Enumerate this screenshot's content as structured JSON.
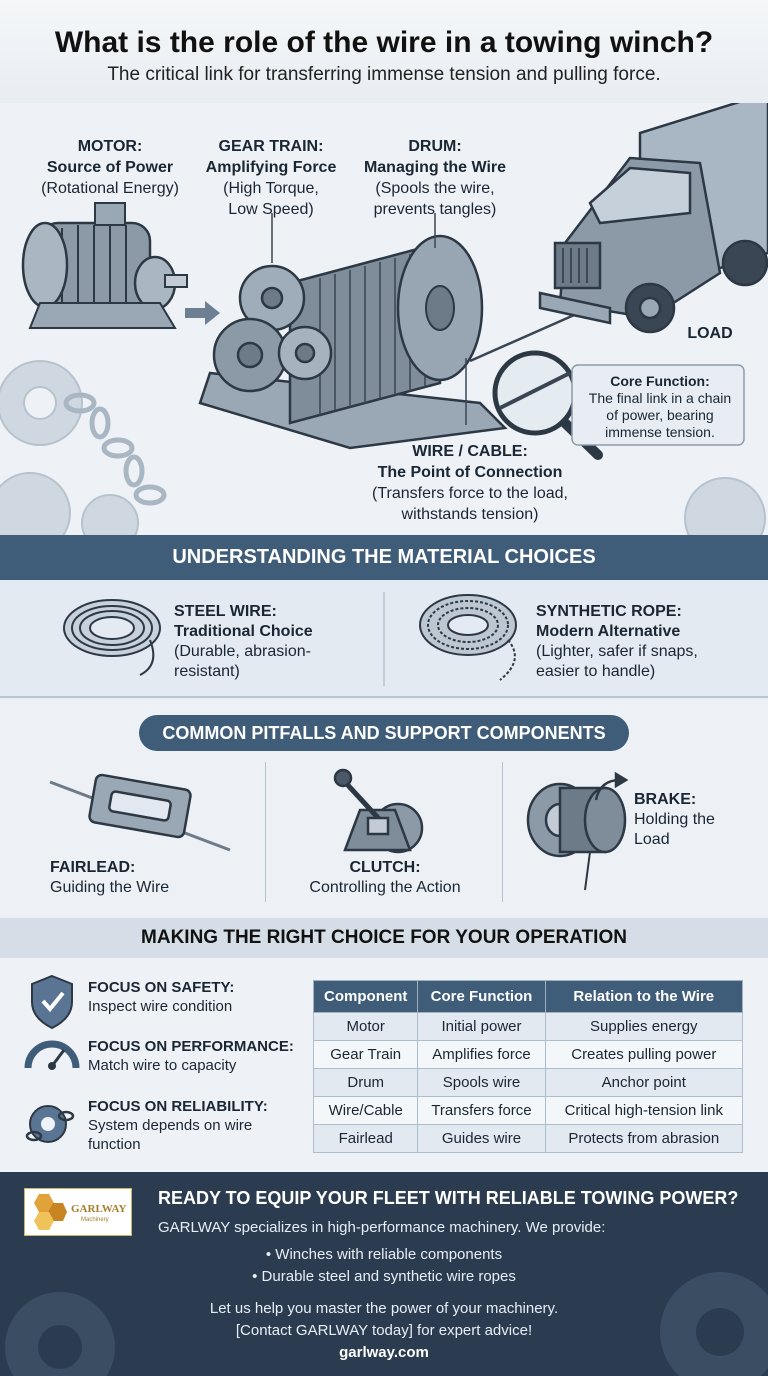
{
  "header": {
    "title": "What is the role of the wire in a towing winch?",
    "subtitle": "The critical link for transferring immense tension and pulling force."
  },
  "components": {
    "motor": {
      "name": "MOTOR:",
      "role": "Source of Power",
      "detail": "(Rotational Energy)"
    },
    "gear_train": {
      "name": "GEAR TRAIN:",
      "role": "Amplifying Force",
      "detail1": "(High Torque,",
      "detail2": "Low Speed)"
    },
    "drum": {
      "name": "DRUM:",
      "role": "Managing the Wire",
      "detail1": "(Spools the wire,",
      "detail2": "prevents tangles)"
    },
    "load": {
      "name": "LOAD"
    },
    "core_function": {
      "title": "Core Function:",
      "line1": "The final link in a chain",
      "line2": "of power, bearing",
      "line3": "immense tension."
    },
    "wire": {
      "name": "WIRE / CABLE:",
      "role": "The Point of Connection",
      "detail1": "(Transfers force to the load,",
      "detail2": "withstands tension)"
    }
  },
  "materials": {
    "heading": "UNDERSTANDING THE MATERIAL CHOICES",
    "steel": {
      "name": "STEEL WIRE:",
      "role": "Traditional Choice",
      "detail1": "(Durable, abrasion-",
      "detail2": "resistant)"
    },
    "synthetic": {
      "name": "SYNTHETIC ROPE:",
      "role": "Modern Alternative",
      "detail1": "(Lighter, safer if snaps,",
      "detail2": "easier to handle)"
    }
  },
  "pitfalls": {
    "heading": "COMMON PITFALLS AND SUPPORT COMPONENTS",
    "fairlead": {
      "name": "FAIRLEAD:",
      "role": "Guiding the Wire"
    },
    "clutch": {
      "name": "CLUTCH:",
      "role": "Controlling the Action"
    },
    "brake": {
      "name": "BRAKE:",
      "role1": "Holding the",
      "role2": "Load"
    }
  },
  "choice": {
    "heading": "MAKING THE RIGHT CHOICE FOR YOUR OPERATION",
    "safety": {
      "name": "FOCUS ON SAFETY:",
      "detail": "Inspect wire condition",
      "icon": "shield-check-icon"
    },
    "performance": {
      "name": "FOCUS ON PERFORMANCE:",
      "detail": "Match wire to capacity",
      "icon": "gauge-icon"
    },
    "reliability": {
      "name": "FOCUS ON RELIABILITY:",
      "detail1": "System depends on wire",
      "detail2": "function",
      "icon": "gear-chain-icon"
    }
  },
  "table": {
    "headers": [
      "Component",
      "Core Function",
      "Relation to the Wire"
    ],
    "rows": [
      [
        "Motor",
        "Initial power",
        "Supplies energy"
      ],
      [
        "Gear Train",
        "Amplifies force",
        "Creates pulling power"
      ],
      [
        "Drum",
        "Spools wire",
        "Anchor point"
      ],
      [
        "Wire/Cable",
        "Transfers force",
        "Critical high-tension link"
      ],
      [
        "Fairlead",
        "Guides wire",
        "Protects from abrasion"
      ]
    ]
  },
  "footer": {
    "logo_text": "GARLWAY",
    "logo_sub": "Machinery",
    "heading": "READY TO EQUIP YOUR FLEET WITH RELIABLE TOWING POWER?",
    "desc": "GARLWAY specializes in high-performance machinery. We provide:",
    "bullet1": "•  Winches with reliable components",
    "bullet2": "•  Durable steel and synthetic wire ropes",
    "cta1": "Let us help you master the power of your machinery.",
    "cta2": "[Contact GARLWAY today] for expert advice!",
    "website": "garlway.com"
  },
  "colors": {
    "navy": "#3f5c79",
    "footer_bg": "#2b3c50",
    "accent_gold": "#e2a23a"
  }
}
